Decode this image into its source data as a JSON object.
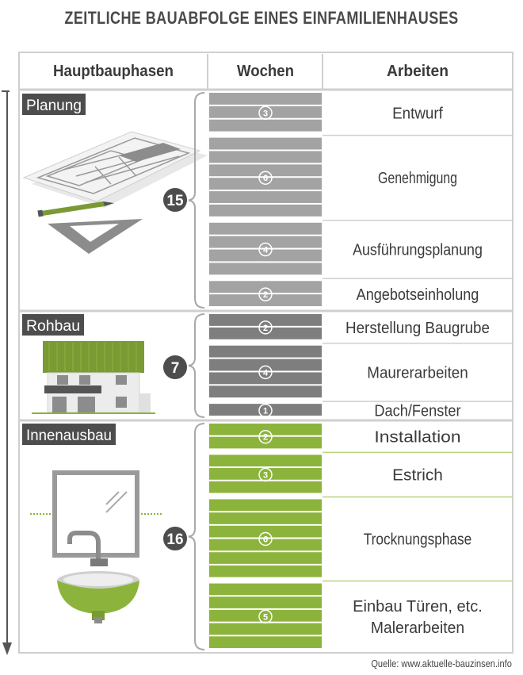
{
  "title": "ZEITLICHE BAUABFOLGE EINES EINFAMILIENHAUSES",
  "headers": {
    "phases": "Hauptbauphasen",
    "weeks": "Wochen",
    "tasks": "Arbeiten"
  },
  "phases": [
    {
      "name": "Planung",
      "total": "15",
      "tasks": [
        {
          "label": "Entwurf",
          "weeks": 3
        },
        {
          "label": "Genehmigung",
          "weeks": 6
        },
        {
          "label": "Ausführungsplanung",
          "weeks": 4
        },
        {
          "label": "Angebotseinholung",
          "weeks": 2
        }
      ]
    },
    {
      "name": "Rohbau",
      "total": "7",
      "tasks": [
        {
          "label": "Herstellung Baugrube",
          "weeks": 2
        },
        {
          "label": "Maurerarbeiten",
          "weeks": 4
        },
        {
          "label": "Dach/Fenster",
          "weeks": 1
        }
      ]
    },
    {
      "name": "Innenausbau",
      "total": "16",
      "tasks": [
        {
          "label": "Installation",
          "weeks": 2
        },
        {
          "label": "Estrich",
          "weeks": 3
        },
        {
          "label": "Trocknungsphase",
          "weeks": 6
        },
        {
          "label": "Einbau Türen, etc. Malerarbeiten",
          "label_lines": [
            "Einbau Türen, etc.",
            "Malerarbeiten"
          ],
          "weeks": 5
        }
      ]
    }
  ],
  "colors": {
    "planung": "#a3a3a3",
    "rohbau": "#7e7e7e",
    "innenausbau": "#8cb43c",
    "label_bg": "#4d4d4d"
  },
  "source": "Quelle: www.aktuelle-bauzinsen.info"
}
